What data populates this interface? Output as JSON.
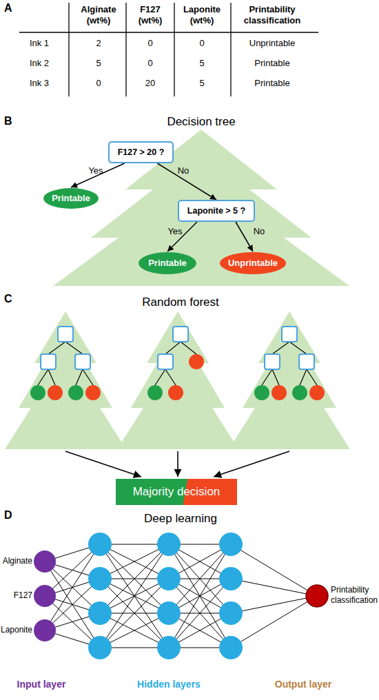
{
  "diagram": {
    "nodes": [
      {
        "text": [
          "F127 > 20 ?"
        ]
      },
      {
        "text": [
          "Printable"
        ]
      },
      {
        "text": [
          "Laponite > 5 ?"
        ]
      },
      {
        "text": [
          "Printable"
        ]
      },
      {
        "text": [
          "Unprintable"
        ]
      },
      {
        "text": [
          "Majority decision"
        ]
      }
    ],
    "edges": [
      {
        "from": 0,
        "to": 1,
        "label": "Yes",
        "arrow": "to"
      },
      {
        "from": 0,
        "to": 2,
        "label": "No",
        "arrow": "to"
      },
      {
        "from": 2,
        "to": 3,
        "label": "Yes",
        "arrow": "to"
      },
      {
        "from": 2,
        "to": 4,
        "label": "No",
        "arrow": "to"
      }
    ],
    "labels": [
      "A",
      "Alginate (wt%)",
      "F127 (wt%)",
      "Laponite (wt%)",
      "Printability classification",
      "Ink 1",
      "2",
      "0",
      "0",
      "Unprintable",
      "Ink 2",
      "5",
      "0",
      "5",
      "Printable",
      "Ink 3",
      "0",
      "20",
      "5",
      "Printable",
      "B",
      "Decision tree",
      "C",
      "Random forest",
      "D",
      "Deep learning",
      "Alginate",
      "F127",
      "Laponite",
      "Printability classification",
      "Input layer",
      "Hidden layers",
      "Output layer"
    ]
  }
}
